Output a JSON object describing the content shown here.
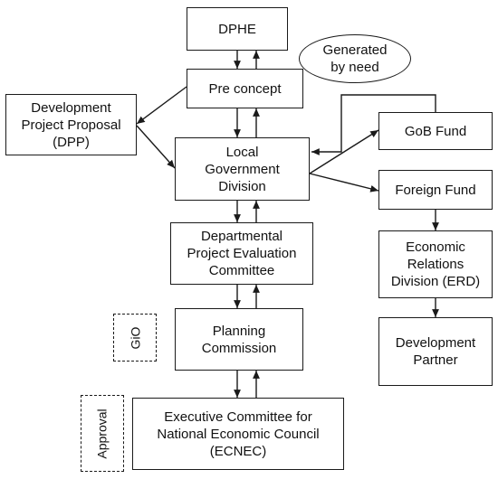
{
  "diagram": {
    "nodes": {
      "dphe": "DPHE",
      "pre_concept": "Pre concept",
      "dpp": "Development\nProject Proposal\n(DPP)",
      "lgd": "Local\nGovernment\nDivision",
      "dpec": "Departmental\nProject Evaluation\nCommittee",
      "planning": "Planning\nCommission",
      "ecnec": "Executive Committee for\nNational Economic Council\n(ECNEC)",
      "gob_fund": "GoB Fund",
      "foreign_fund": "Foreign Fund",
      "erd": "Economic\nRelations\nDivision (ERD)",
      "dev_partner": "Development\nPartner"
    },
    "callout": "Generated\nby need",
    "tags": {
      "gio": "GiO",
      "approval": "Approval"
    }
  }
}
